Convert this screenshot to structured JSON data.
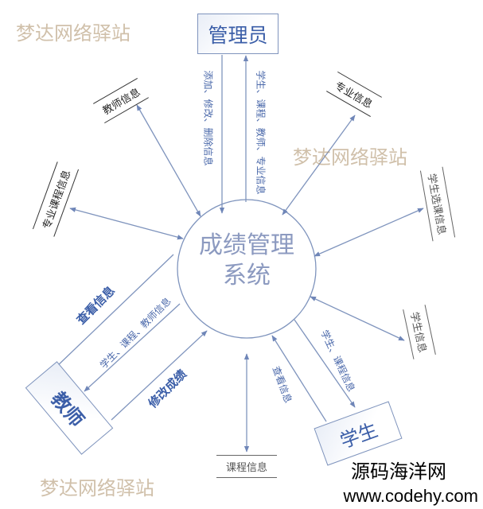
{
  "diagram": {
    "center_process": {
      "line1": "成绩管理",
      "line2": "系统"
    },
    "entities": {
      "admin": "管理员",
      "teacher": "教师",
      "student": "学生"
    },
    "data_stores": {
      "teacher_info": "教师信息",
      "major_info": "专业信息",
      "major_course_info": "专业课程信息",
      "student_course_selection": "学生选课信息",
      "student_info": "学生信息",
      "course_info": "课程信息"
    },
    "flows": {
      "admin_to_system": "添加、修改、删除信息",
      "system_to_admin": "学生、课程、教师、专业信息",
      "teacher_view": "查看信息",
      "system_to_teacher": "学生、课程、教师信息",
      "teacher_modify_grades": "修改成绩",
      "system_to_student": "学生、课程信息",
      "student_view": "查看信息"
    },
    "watermarks": [
      "梦达网络驿站",
      "梦达网络驿站",
      "梦达网络驿站"
    ],
    "footer": {
      "site_name": "源码海洋网",
      "site_url": "www.codehy.com"
    },
    "colors": {
      "line": "#7f94bd",
      "text_blue": "#3b5ea8"
    }
  }
}
